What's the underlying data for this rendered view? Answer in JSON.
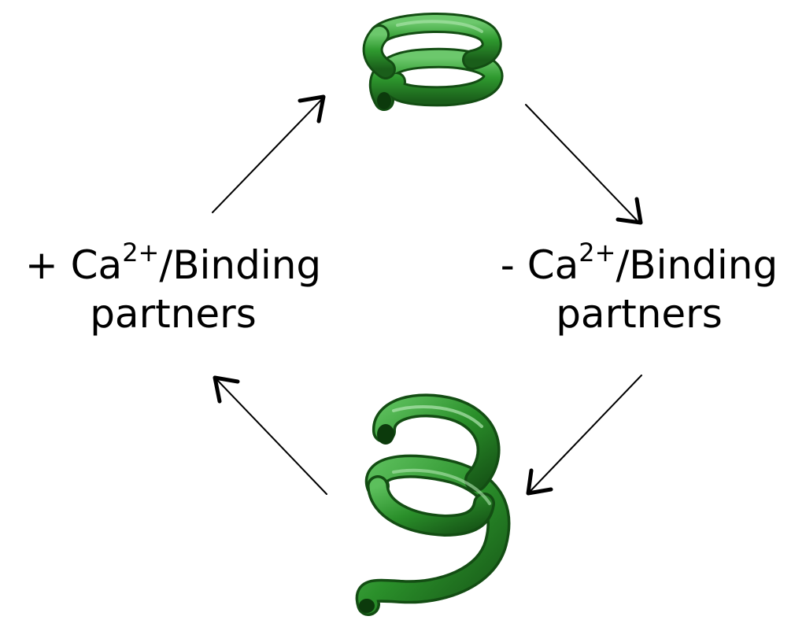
{
  "colors": {
    "background": "#ffffff",
    "helix_dark": "#1f6e1f",
    "helix_mid": "#2f9a2f",
    "helix_light": "#6cc86c",
    "arrow": "#000000"
  },
  "labels": {
    "left": {
      "sign": "+ Ca",
      "superscript": "2+",
      "rest": "/Binding",
      "line2": "partners"
    },
    "right": {
      "sign": "- Ca",
      "superscript": "2+",
      "rest": "/Binding",
      "line2": "partners"
    }
  },
  "icons": [
    "compact-helix-icon",
    "extended-helix-icon"
  ]
}
